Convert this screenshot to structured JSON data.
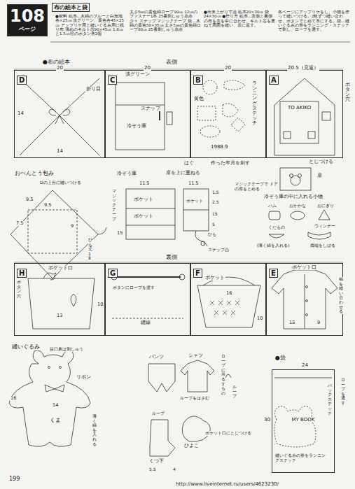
{
  "diagram": {
    "title": "布の絵本と袋",
    "nodes": [
      {
        "text": [
          "108",
          "ページ"
        ]
      },
      {
        "text": [
          "D"
        ]
      },
      {
        "text": [
          "C"
        ]
      },
      {
        "text": [
          "B"
        ]
      },
      {
        "text": [
          "A"
        ]
      },
      {
        "text": [
          "H"
        ]
      },
      {
        "text": [
          "G"
        ]
      },
      {
        "text": [
          "F"
        ]
      },
      {
        "text": [
          "E"
        ]
      },
      {
        "text": [
          "MY BOOK"
        ]
      }
    ],
    "labels": [
      "●材料 絵本…木綿のブルーと白無地各×25㎝ 淡グリーン、黄色各45×25㎝ アップリケ用と縫いぐるみ用に残り布 薄めのキルト芯90×45㎝ 1.8㎝と1.5㎝径のボタン各2個",
      "太さ5㎜の黄色綿ロープ90㎝ 12㎝のファスナー1本 25番刺しゅう糸赤少々 スナップ マジックテープ 袋…木綿の黄色50×35㎝ 太さ5㎜の黄色綿ロープ80㎝ 25番刺しゅう糸赤",
      "●出来上がり寸法 絵本20×30㎝ 袋24×30㎝ ●作り方 絵本…表側と裏側の布を表を中に合わせ、キルト芯を重ねて周囲を縫い、表に返す。",
      "各ページにアップリケをし、小物を作って縫いつける。2枚ずつ縫い合わせ、ボタンでとめて本にする。袋…縫いぐるみの形をランニング・ステッチで刺し、ロープを通す。",
      "●布の絵本",
      "表側",
      "20",
      "20",
      "20",
      "20.5（見返）",
      "14",
      "14",
      "折り目",
      "淡グリーン",
      "スナップ",
      "冷ぞう庫",
      "黄色",
      "ランニングステッチ",
      "1988.9",
      "はぐ",
      "作った年月を刺す",
      "TO AKIKO",
      "ボタン穴",
      "とじつける",
      "扉",
      "マジックテープで ドアの扉をとめる",
      "おべんとう包み",
      "Dの上台に縫いつける",
      "9.5",
      "9.5",
      "7.5",
      "9",
      "ひも丈18",
      "冷ぞう庫",
      "扉を上に重ねる",
      "11.5",
      "11.5",
      "ポケット",
      "ポケット",
      "マジックテープ",
      "15",
      "ポケット",
      "1.5",
      "2.5",
      "15",
      "5",
      "ひも",
      "スナップ凸",
      "冷ぞう庫の中に入れる小物",
      "ハム",
      "おかかな",
      "おにぎり",
      "くだもの",
      "ウィンナー",
      "(薄く綿を入れる)",
      "両端をしぼる",
      "裏側",
      "ポケット口",
      "ボタン穴",
      "13",
      "10",
      "ボタンにロープを渡す",
      "縫線",
      "ポケット",
      "16",
      "10",
      "ポケット口",
      "袖を縫い合わせる",
      "15",
      "9",
      "縫いぐるみ",
      "目口鼻は刺しゅう",
      "リボン",
      "14",
      "16",
      "くま",
      "薄く綿を入れる",
      "パンツ",
      "シャツ",
      "ロープに吊るすもの",
      "ループ",
      "ループをはさむ",
      "ループ",
      "くつ下",
      "ひよこ",
      "ポケット口にとじつける",
      "5.5",
      "4",
      "●袋",
      "24",
      "30",
      "ロープを通す",
      "バックステッチ",
      "縫いぐるみの形をランニングステッチ",
      "199",
      "http://www.liveinternet.ru/users/4623230/"
    ]
  }
}
